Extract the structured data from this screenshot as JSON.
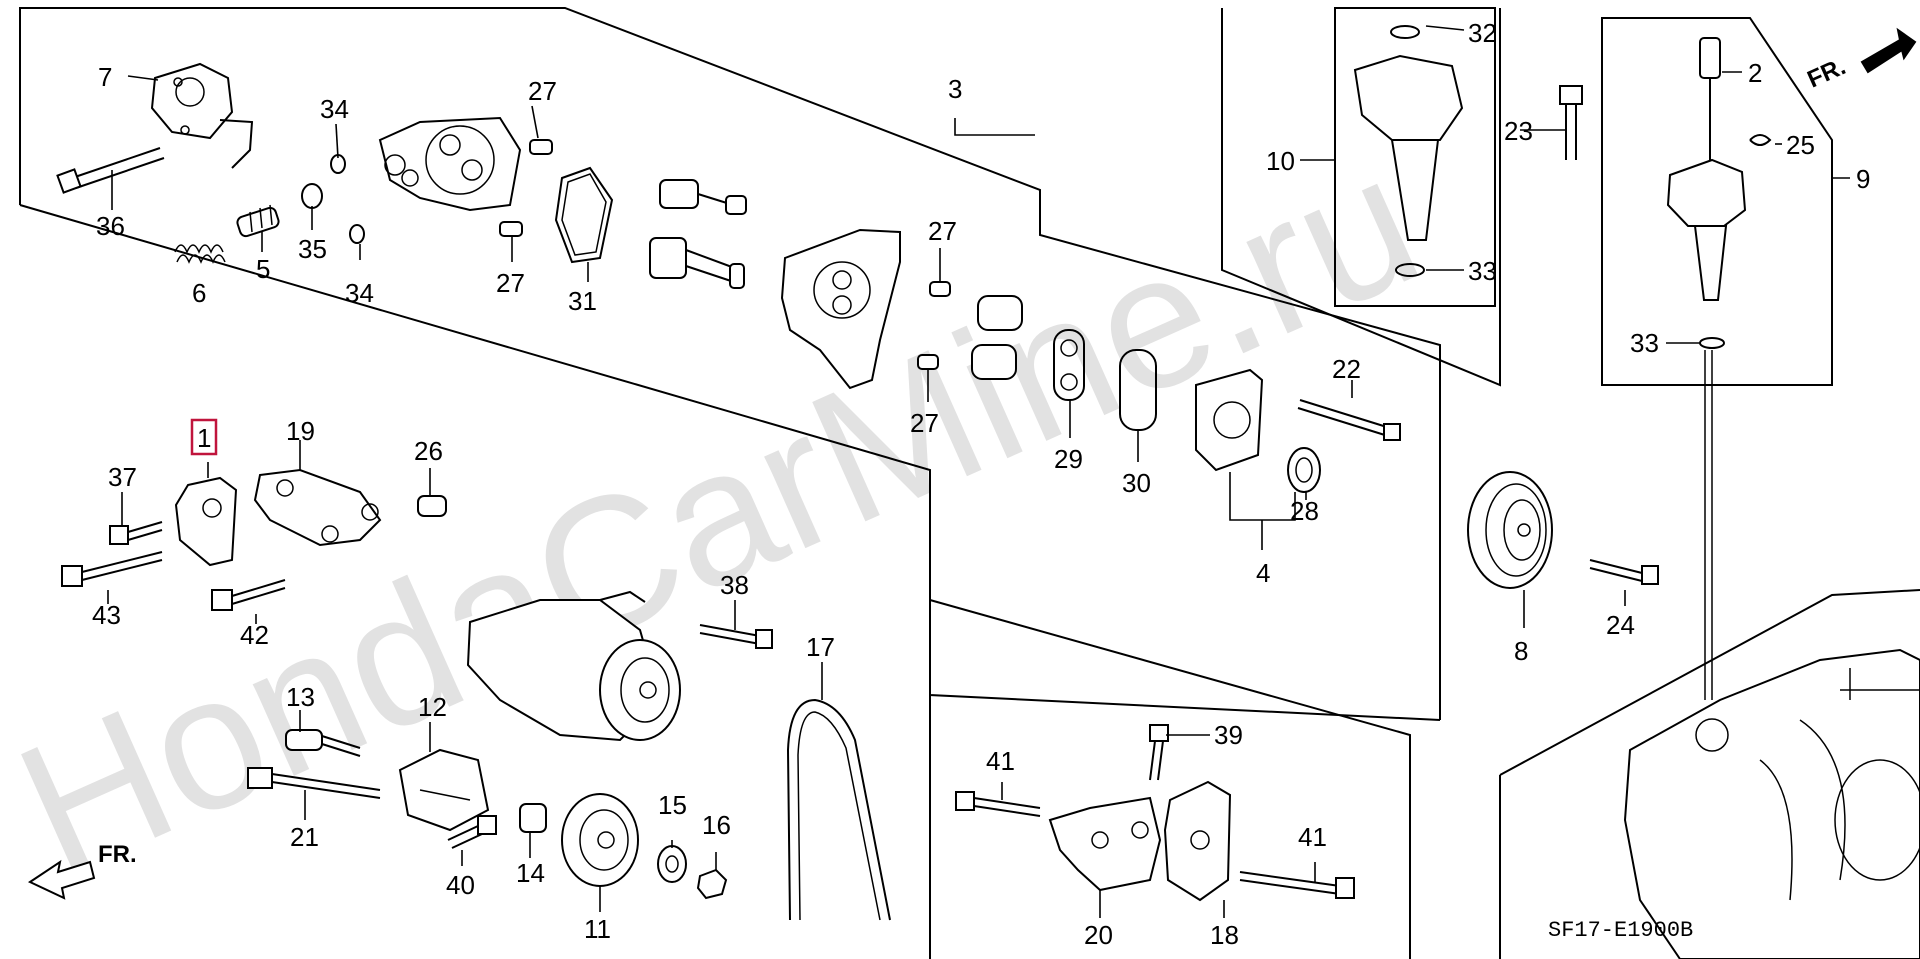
{
  "diagram": {
    "code": "SF17-E1900B",
    "watermark": "HondaCarMine.ru",
    "fr_label": "FR.",
    "highlighted_callout": "1",
    "callouts": {
      "c1": "1",
      "c2": "2",
      "c3": "3",
      "c4": "4",
      "c5": "5",
      "c6": "6",
      "c7": "7",
      "c8": "8",
      "c9": "9",
      "c10": "10",
      "c11": "11",
      "c12": "12",
      "c13": "13",
      "c14": "14",
      "c15": "15",
      "c16": "16",
      "c17": "17",
      "c18": "18",
      "c19": "19",
      "c20": "20",
      "c21": "21",
      "c22": "22",
      "c23": "23",
      "c24": "24",
      "c25": "25",
      "c26": "26",
      "c27a": "27",
      "c27b": "27",
      "c27c": "27",
      "c27d": "27",
      "c28": "28",
      "c29": "29",
      "c30": "30",
      "c31": "31",
      "c32": "32",
      "c33a": "33",
      "c33b": "33",
      "c34a": "34",
      "c34b": "34",
      "c35": "35",
      "c36": "36",
      "c37": "37",
      "c38": "38",
      "c39": "39",
      "c40": "40",
      "c41a": "41",
      "c41b": "41",
      "c42": "42",
      "c43": "43"
    }
  }
}
